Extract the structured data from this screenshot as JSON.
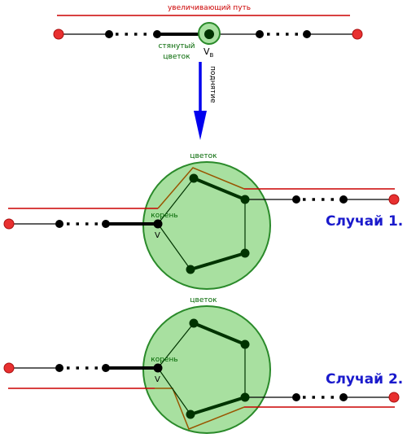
{
  "top": {
    "path_label": "увеличивающий путь",
    "blossom_label_line1": "стянутый",
    "blossom_label_line2": "цветок",
    "vertex_label": "V",
    "vertex_subscript": "B",
    "lift_label": "поднятие"
  },
  "case1": {
    "blossom_label": "цветок",
    "root_label": "корень",
    "vertex_label": "V",
    "title": "Случай 1."
  },
  "case2": {
    "blossom_label": "цветок",
    "root_label": "корень",
    "vertex_label": "V",
    "title": "Случай 2."
  },
  "colors": {
    "path": "#cc0000",
    "brown_path": "#995500",
    "blossom_fill": "#a8e0a0",
    "blossom_stroke": "#2a8a2a",
    "label_green": "#006600",
    "arrow_blue": "#0000ee",
    "case_blue": "#1a1acc",
    "endpoint_fill": "#e83030",
    "node": "#000000",
    "blossom_node": "#003300"
  }
}
